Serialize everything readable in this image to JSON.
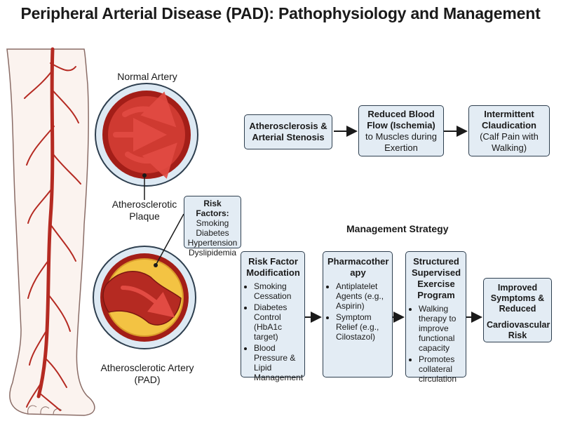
{
  "title": "Peripheral Arterial Disease (PAD): Pathophysiology and Management",
  "labels": {
    "normal_artery": "Normal Artery",
    "plaque": "Atherosclerotic Plaque",
    "atherosclerotic_artery": "Atherosclerotic Artery (PAD)"
  },
  "risk_factors": {
    "heading": "Risk Factors:",
    "items": [
      "Smoking",
      "Diabetes",
      "Hypertension",
      "Dyslipidemia"
    ]
  },
  "pathway": [
    {
      "bold": "Atherosclerosis & Arterial Stenosis",
      "text": ""
    },
    {
      "bold": "Reduced Blood Flow (Ischemia)",
      "text": "to Muscles during Exertion"
    },
    {
      "bold": "Intermittent Claudication",
      "text": "(Calf Pain with Walking)"
    }
  ],
  "management": {
    "title": "Management Strategy",
    "boxes": [
      {
        "heading": "Risk Factor Modification",
        "items": [
          "Smoking Cessation",
          "Diabetes Control (HbA1c target)",
          "Blood Pressure & Lipid Management"
        ]
      },
      {
        "heading": "Pharmacother apy",
        "items": [
          "Antiplatelet Agents (e.g., Aspirin)",
          "Symptom Relief (e.g., Cilostazol)"
        ]
      },
      {
        "heading": "Structured Supervised Exercise Program",
        "items": [
          "Walking therapy to improve functional capacity",
          "Promotes collateral circulation"
        ]
      }
    ],
    "outcome": {
      "line1": "Improved Symptoms & Reduced",
      "line2": "Cardiovascular Risk"
    }
  },
  "colors": {
    "box_fill": "#e3ecf4",
    "box_border": "#2e3f4f",
    "artery_red": "#b52a22",
    "plaque_yellow": "#f3c343"
  }
}
